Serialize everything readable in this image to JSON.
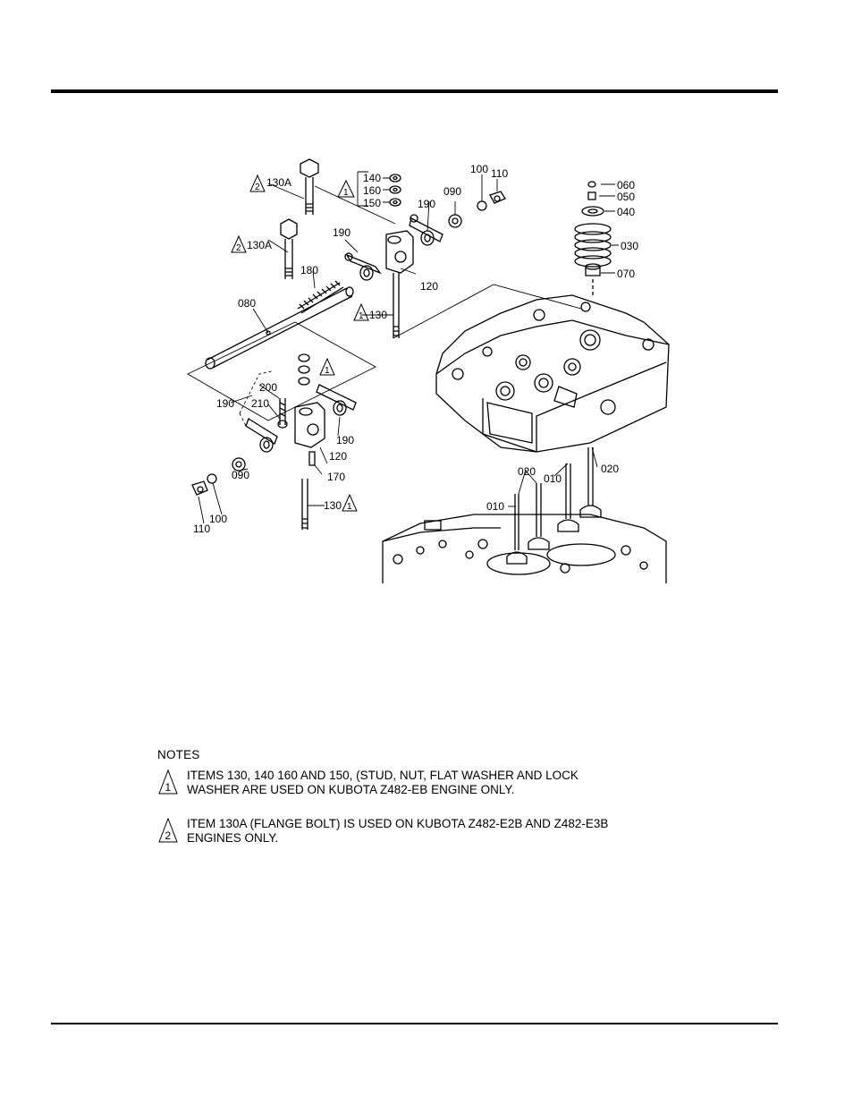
{
  "callouts": {
    "c060": "060",
    "c050": "050",
    "c040": "040",
    "c030": "030",
    "c070": "070",
    "c140": "140",
    "c160": "160",
    "c150": "150",
    "c100a": "100",
    "c110a": "110",
    "c190a": "190",
    "c090a": "090",
    "c130a_top": "130A",
    "c130a_mid": "130A",
    "c190b": "190",
    "c180": "180",
    "c120a": "120",
    "c080": "080",
    "c130": "130",
    "c200": "200",
    "c210": "210",
    "c190c": "190",
    "c190d": "190",
    "c120b": "120",
    "c170": "170",
    "c090b": "090",
    "c100b": "100",
    "c110b": "110",
    "c130b": "130",
    "c020a": "020",
    "c020b": "020",
    "c010a": "010",
    "c010b": "010"
  },
  "flags": {
    "one": "1",
    "two": "2"
  },
  "notes": {
    "heading": "NOTES",
    "items": [
      {
        "flag": "1",
        "text": "ITEMS 130, 140 160 AND 150, (STUD, NUT, FLAT WASHER AND LOCK WASHER  ARE USED ON KUBOTA Z482-EB ENGINE ONLY."
      },
      {
        "flag": "2",
        "text": "ITEM 130A (FLANGE BOLT) IS USED ON KUBOTA Z482-E2B AND Z482-E3B ENGINES ONLY."
      }
    ]
  }
}
